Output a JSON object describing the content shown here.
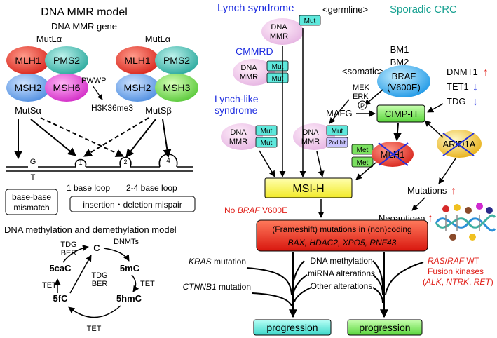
{
  "left": {
    "mmr_title": "DNA MMR model",
    "mmr_gene_title": "DNA MMR gene",
    "mutl_alpha_1": "MutLα",
    "mutl_alpha_2": "MutLα",
    "mlh1_a": "MLH1",
    "pms2_a": "PMS2",
    "msh2_a": "MSH2",
    "msh6": "MSH6",
    "mlh1_b": "MLH1",
    "pms2_b": "PMS2",
    "msh2_b": "MSH2",
    "msh3": "MSH3",
    "pwwp": "PWWP",
    "h3k36me3": "H3K36me3",
    "muts_alpha": "MutSα",
    "muts_beta": "MutSβ",
    "base_g": "G",
    "base_t": "T",
    "loop1": "1",
    "loop2": "2",
    "loop4": "4",
    "one_base_loop": "1 base loop",
    "two_four_base_loop": "2-4 base loop",
    "base_mismatch_1": "base-base",
    "base_mismatch_2": "mismatch",
    "indel_mispair": "insertion・deletion mispair",
    "methyl_title": "DNA methylation and demethylation model",
    "c": "C",
    "fivemc": "5mC",
    "fivehmc": "5hmC",
    "fivefc": "5fC",
    "fivecac": "5caC",
    "dnmts": "DNMTs",
    "tet1": "TET",
    "tet2": "TET",
    "tet3": "TET",
    "tet4": "TET",
    "tdg_ber_top_1": "TDG",
    "tdg_ber_top_2": "BER",
    "tdg_ber_mid_1": "TDG",
    "tdg_ber_mid_2": "BER"
  },
  "right": {
    "lynch": "Lynch syndrome",
    "germline": "<germline>",
    "sporadic": "Sporadic CRC",
    "dna": "DNA",
    "mmr": "MMR",
    "mut": "Mut",
    "second_hit": "2nd hit",
    "cmmrd": "CMMRD",
    "lynch_like_1": "Lynch-like",
    "lynch_like_2": "syndrome",
    "bm1": "BM1",
    "bm2": "BM2",
    "somatic": "<somatic>",
    "braf_1": "BRAF",
    "braf_2": "(V600E)",
    "mek": "MEK",
    "erk": "ERK",
    "p": "P",
    "mafg": "MAFG",
    "cimp": "CIMP-H",
    "dnmt1": "DNMT1",
    "tet1": "TET1",
    "tdg": "TDG",
    "arid1a": "ARID1A",
    "met": "Met",
    "mlh1": "MLH1",
    "msih": "MSI-H",
    "mutations": "Mutations",
    "no_braf_1": "No ",
    "no_braf_2": "BRAF",
    "no_braf_3": " V600E",
    "neoantigen": "Neoantigen",
    "frameshift": "(Frameshift) mutations in (non)coding",
    "genes": "BAX, HDAC2, XPO5, RNF43",
    "kras_1": "KRAS",
    "kras_2": " mutation",
    "ctnnb1_1": "CTNNB1",
    "ctnnb1_2": " mutation",
    "dna_methylation": "DNA methylation",
    "mirna": "miRNA alterations",
    "other": "Other alterations",
    "rasraf_1": "RAS",
    "rasraf_2": "/",
    "rasraf_3": "RAF",
    "rasraf_4": " WT",
    "fusion": "Fusion kinases",
    "alk_1": "(",
    "alk_2": "ALK",
    "alk_3": ", ",
    "alk_4": "NTRK",
    "alk_5": ", ",
    "alk_6": "RET",
    "alk_7": ")",
    "progression_1": "progression",
    "progression_2": "progression",
    "up": "↑",
    "down": "↓"
  },
  "colors": {
    "blue_text": "#1f2ee0",
    "teal_text": "#16a090",
    "red_text": "#e0201a",
    "cyan_box": "#5ee8dc",
    "green_box": "#7ae060",
    "yellow_box": "#ffff7a"
  }
}
